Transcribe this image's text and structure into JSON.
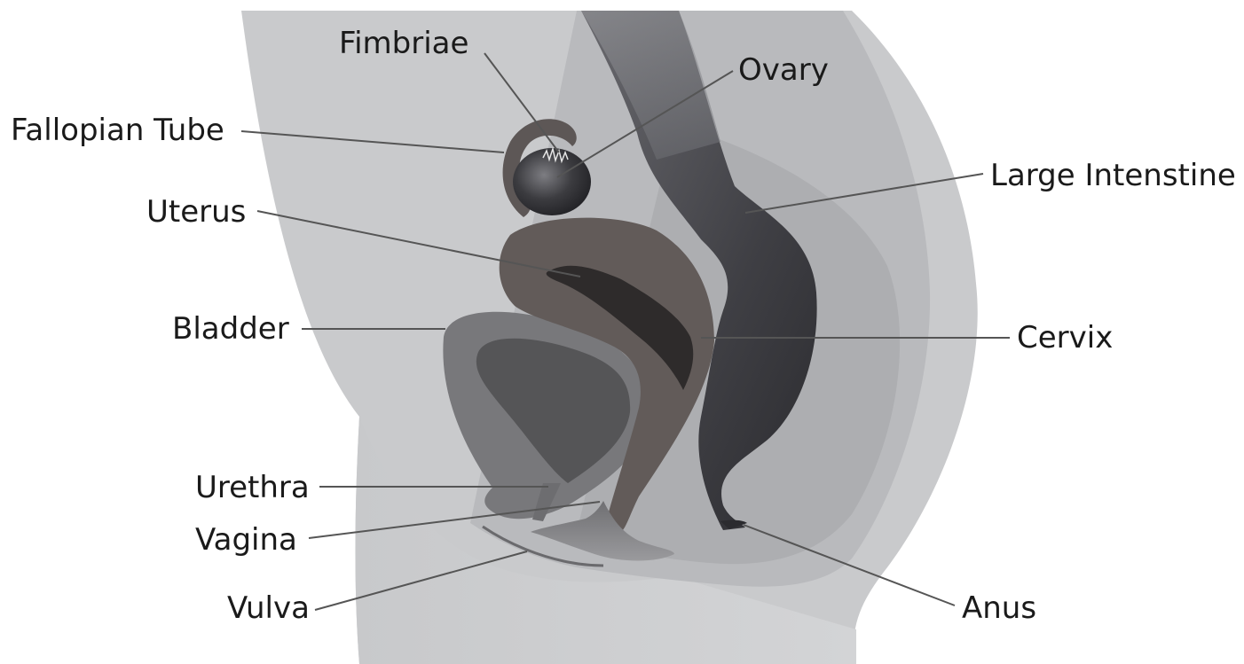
{
  "colors": {
    "background": "#ffffff",
    "outer_body": "#c9cacc",
    "body_shadow": "#b3b4b7",
    "inner_pelvis": "#aeafb2",
    "inner_pelvis_light": "#bfc0c3",
    "large_intestine": "#4a4a4e",
    "uterus": "#625b59",
    "bladder_outer": "#7a7a7d",
    "bladder_inner": "#565658",
    "tube": "#5d5756",
    "ovary": "#3c3c40",
    "label_text": "#1a1a1a",
    "leader_line": "#555555"
  },
  "labels": {
    "fimbriae": "Fimbriae",
    "ovary": "Ovary",
    "fallopian_tube": "Fallopian Tube",
    "large_intestine": "Large Intenstine",
    "uterus": "Uterus",
    "bladder": "Bladder",
    "cervix": "Cervix",
    "urethra": "Urethra",
    "vagina": "Vagina",
    "vulva": "Vulva",
    "anus": "Anus"
  }
}
